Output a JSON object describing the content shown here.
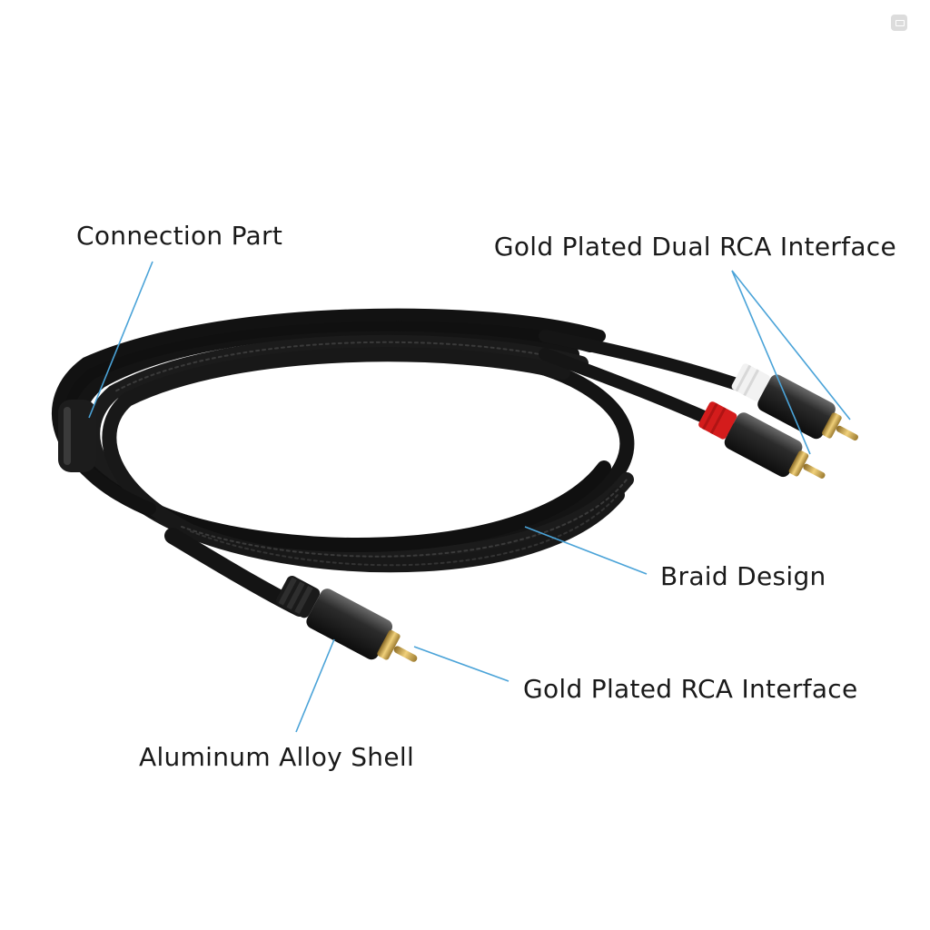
{
  "labels": {
    "connection_part": "Connection Part",
    "dual_rca": "Gold Plated Dual RCA Interface",
    "braid": "Braid Design",
    "rca": "Gold Plated RCA Interface",
    "shell": "Aluminum Alloy Shell"
  },
  "logo": {
    "icon": "store-logo-icon"
  },
  "colors": {
    "callout_line": "#4aa3d8",
    "cable": "#151515",
    "braid_highlight": "#3a3a3a",
    "gold": "#c9a04a",
    "red_collar": "#d41c1c",
    "white_collar": "#f2f2f2"
  }
}
